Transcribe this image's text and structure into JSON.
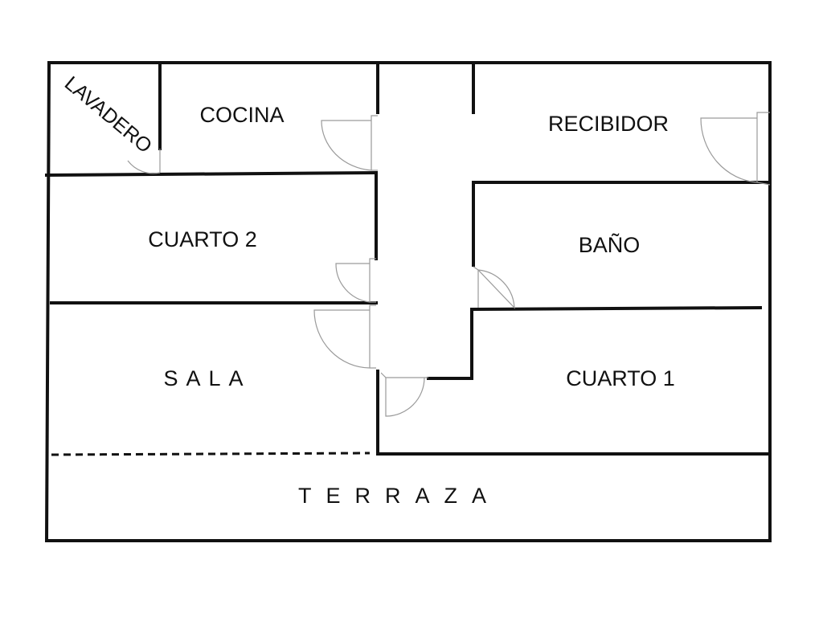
{
  "rooms": {
    "lavadero": "LAVADERO",
    "cocina": "COCINA",
    "recibidor": "RECIBIDOR",
    "cuarto2": "CUARTO 2",
    "bano": "BAÑO",
    "sala": "SALA",
    "cuarto1": "CUARTO 1",
    "terraza": "TERRAZA"
  },
  "colors": {
    "wall": "#111111",
    "door": "#9a9a9a",
    "background": "#ffffff"
  }
}
